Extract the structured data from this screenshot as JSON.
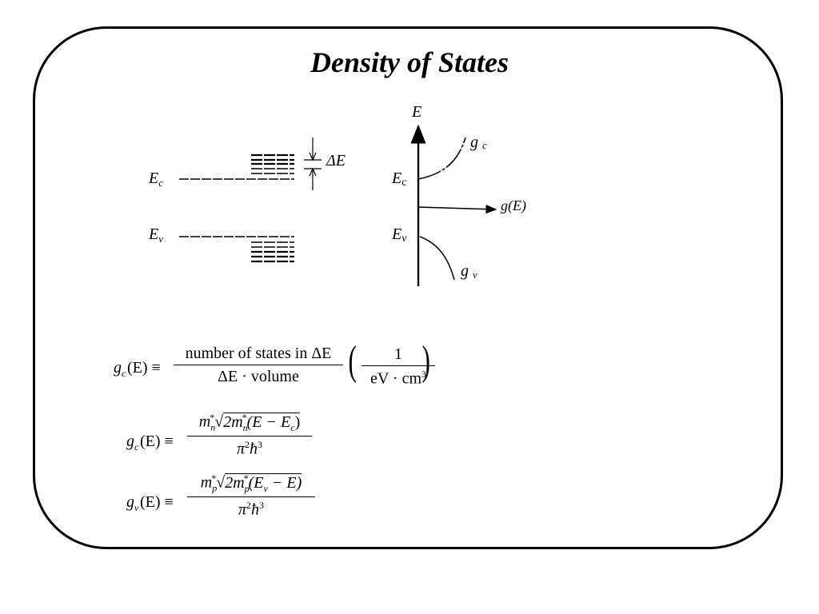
{
  "title": "Density of States",
  "left_diagram": {
    "ec_label": {
      "main": "E",
      "sub": "c"
    },
    "ev_label": {
      "main": "E",
      "sub": "v"
    },
    "delta_label": "ΔE"
  },
  "right_diagram": {
    "axis_label": "E",
    "ec_label": {
      "main": "E",
      "sub": "c"
    },
    "ev_label": {
      "main": "E",
      "sub": "v"
    },
    "gc_label": {
      "main": "g",
      "sub": "c"
    },
    "gv_label": {
      "main": "g",
      "sub": "v"
    },
    "ge_label": "g(E)"
  },
  "equations": {
    "eq1": {
      "lhs": {
        "g": "g",
        "sub": "c",
        "arg": "(E)",
        "op": "≡"
      },
      "num_text": "number of states in ΔE",
      "den_text": "ΔE · volume",
      "unit_num": "1",
      "unit_den": "eV · cm",
      "unit_den_sup": "3"
    },
    "eq2": {
      "lhs": {
        "g": "g",
        "sub": "c",
        "arg": "(E)",
        "op": "≡"
      },
      "num": {
        "m": "m",
        "m_sub": "n",
        "star": "*",
        "rad_coef": "2m",
        "rad_sub": "n",
        "rad_paren": "(E − E",
        "rad_paren_sub": "c",
        "close": ")"
      },
      "den": {
        "pi": "π",
        "pi_sup": "2",
        "hbar": "ħ",
        "hbar_sup": "3"
      }
    },
    "eq3": {
      "lhs": {
        "g": "g",
        "sub": "v",
        "arg": "(E)",
        "op": "≡"
      },
      "num": {
        "m": "m",
        "m_sub": "p",
        "star": "*",
        "rad_coef": "2m",
        "rad_sub": "p",
        "rad_paren": "(E",
        "rad_paren_sub": "v",
        "rad_tail": " − E)"
      },
      "den": {
        "pi": "π",
        "pi_sup": "2",
        "hbar": "ħ",
        "hbar_sup": "3"
      }
    }
  }
}
